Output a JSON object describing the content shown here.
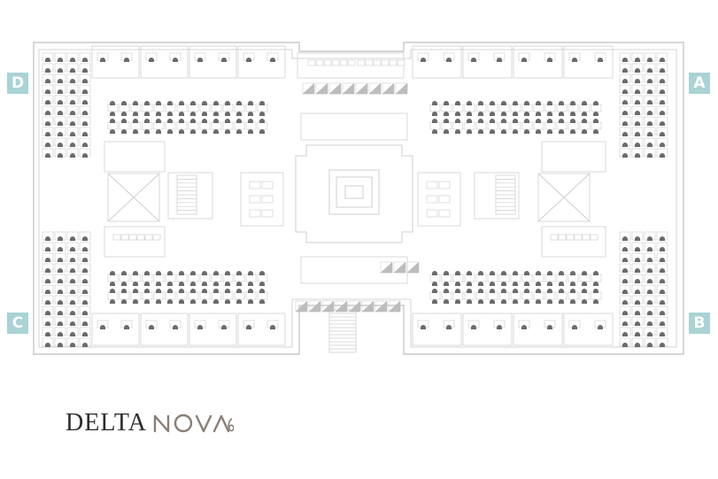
{
  "wings": [
    {
      "id": "a",
      "label": "A"
    },
    {
      "id": "b",
      "label": "B"
    },
    {
      "id": "c",
      "label": "C"
    },
    {
      "id": "d",
      "label": "D"
    }
  ],
  "brand": {
    "word1": "DELTA",
    "word2": "NOVA 6"
  },
  "colors": {
    "badge": "#a9d3d4",
    "line": "#c9c9c9",
    "chair": "#6b6b6b",
    "text": "#2d2d2d"
  }
}
